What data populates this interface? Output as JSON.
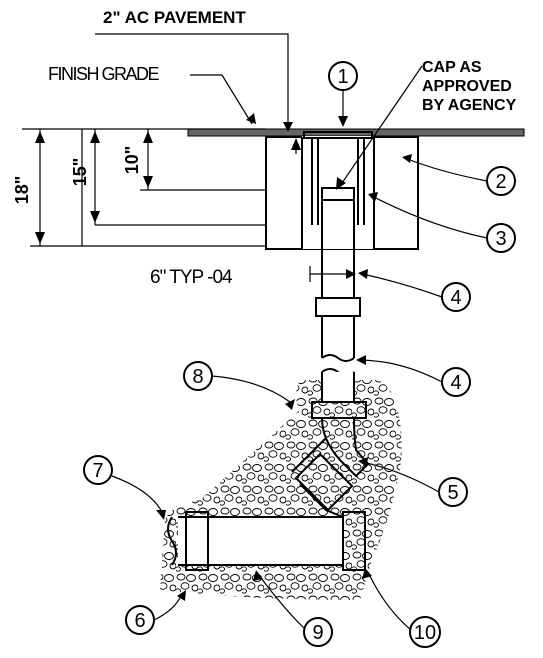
{
  "labels": {
    "pavement": "2\" AC PAVEMENT",
    "finish_grade": "FINISH GRADE",
    "cap_line1": "CAP AS",
    "cap_line2": "APPROVED",
    "cap_line3": "BY AGENCY",
    "dim_18": "18\"",
    "dim_15": "15\"",
    "dim_10": "10\"",
    "typ_note": "6\" TYP -04"
  },
  "callouts": [
    "1",
    "2",
    "3",
    "4",
    "4",
    "5",
    "6",
    "7",
    "8",
    "9",
    "10"
  ]
}
